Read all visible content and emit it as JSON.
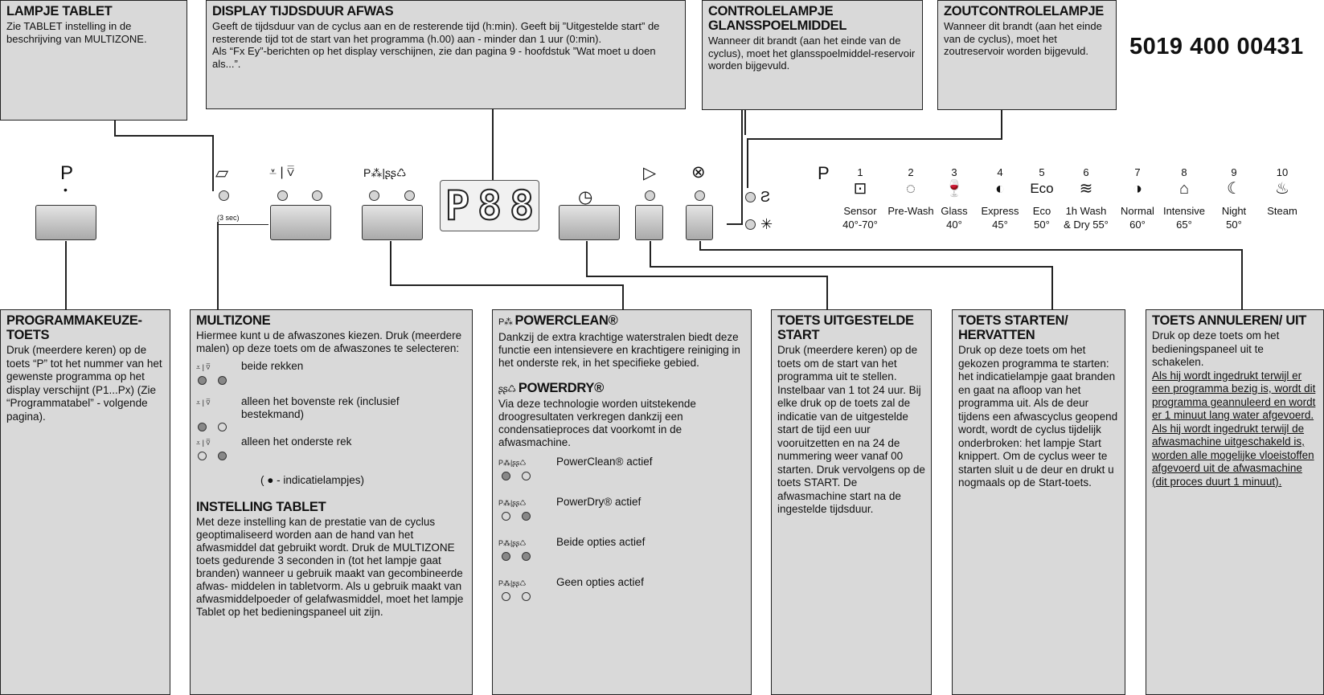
{
  "document_code": "5019 400 00431",
  "top_boxes": {
    "lampje_tablet": {
      "title": "LAMPJE TABLET",
      "text": "Zie TABLET instelling in de beschrijving van MULTIZONE."
    },
    "display": {
      "title": "DISPLAY TIJDSDUUR AFWAS",
      "text1": "Geeft de tijdsduur van de cyclus aan en de resterende tijd (h:min). Geeft bij ”Uitgestelde start” de resterende tijd tot de start van het programma (h.00) aan - minder dan 1 uur (0:min).",
      "text2": "Als “Fx Ey”-berichten op het display verschijnen, zie dan pagina 9 - hoofdstuk ”Wat moet u doen als...”."
    },
    "glansspoel": {
      "title": "CONTROLELAMPJE GLANSSPOELMIDDEL",
      "text": "Wanneer dit brandt (aan het einde van de cyclus), moet het glansspoelmiddel-reservoir worden bijgevuld."
    },
    "zout": {
      "title": "ZOUTCONTROLELAMPJE",
      "text": "Wanneer dit brandt (aan het einde van de cyclus), moet het zoutreservoir worden bijgevuld."
    }
  },
  "panel": {
    "p_label": "P",
    "p_dot": "•",
    "three_sec": "(3 sec)",
    "display_digits": [
      "P",
      "8",
      "8"
    ],
    "programs_p": "P",
    "programs": [
      {
        "n": "1",
        "icon": "⊡",
        "name": "Sensor",
        "temp": "40°-70°"
      },
      {
        "n": "2",
        "icon": "◌",
        "name": "Pre-Wash",
        "temp": ""
      },
      {
        "n": "3",
        "icon": "🍷",
        "name": "Glass",
        "temp": "40°"
      },
      {
        "n": "4",
        "icon": "◐",
        "name": "Express",
        "temp": "45°"
      },
      {
        "n": "5",
        "icon": "Eco",
        "name": "Eco",
        "temp": "50°"
      },
      {
        "n": "6",
        "icon": "≋",
        "name": "1h Wash",
        "temp": "& Dry 55°"
      },
      {
        "n": "7",
        "icon": "◑",
        "name": "Normal",
        "temp": "60°"
      },
      {
        "n": "8",
        "icon": "⌂",
        "name": "Intensive",
        "temp": "65°"
      },
      {
        "n": "9",
        "icon": "☾",
        "name": "Night",
        "temp": "50°"
      },
      {
        "n": "10",
        "icon": "♨",
        "name": "Steam",
        "temp": ""
      }
    ]
  },
  "bottom_boxes": {
    "programmakeuze": {
      "title": "PROGRAMMAKEUZE-TOETS",
      "text": "Druk (meerdere keren) op de toets “P” tot het nummer van het gewenste programma op het display verschijnt (P1...Px) (Zie “Programmatabel” - volgende pagina)."
    },
    "multizone": {
      "title": "MULTIZONE",
      "text": "Hiermee kunt u de afwaszones kiezen. Druk (meerdere malen) op deze toets om de afwaszones te selecteren:",
      "opt1": "beide rekken",
      "opt2": "alleen het bovenste rek (inclusief bestekmand)",
      "opt3": "alleen het onderste rek",
      "legend": "( ● - indicatielampjes)",
      "tablet_title": "INSTELLING TABLET",
      "tablet_text": "Met deze instelling kan de prestatie van de cyclus geoptimaliseerd worden aan de hand van het afwasmiddel dat gebruikt wordt. Druk de MULTIZONE toets gedurende 3 seconden in (tot het lampje gaat branden) wanneer u gebruik maakt van gecombineerde afwas- middelen in tabletvorm. Als u gebruik maakt van afwasmiddelpoeder of gelafwasmiddel, moet het lampje Tablet op het bedieningspaneel uit zijn."
    },
    "powerclean": {
      "title": "POWERCLEAN®",
      "text": "Dankzij de extra krachtige waterstralen biedt deze functie een intensievere en krachtigere reiniging in het onderste rek, in het specifieke gebied.",
      "dry_title": "POWERDRY®",
      "dry_text": "Via deze technologie worden uitstekende droogresultaten verkregen dankzij een condensatieproces dat voorkomt in de afwasmachine.",
      "o1": "PowerClean® actief",
      "o2": "PowerDry® actief",
      "o3": "Beide opties actief",
      "o4": "Geen opties actief"
    },
    "uitgesteld": {
      "title": "TOETS UITGESTELDE START",
      "text": "Druk (meerdere keren) op de toets om de start van het programma uit te stellen. Instelbaar van 1 tot 24 uur. Bij elke druk op de toets zal de indicatie van de uitgestelde start de tijd een uur vooruitzetten en na 24 de nummering weer vanaf 00 starten. Druk vervolgens op de toets START. De afwasmachine start na de ingestelde tijdsduur."
    },
    "starten": {
      "title": "TOETS STARTEN/ HERVATTEN",
      "text": "Druk op deze toets om het gekozen programma te starten: het indicatielampje gaat branden en gaat na afloop van het programma uit. Als de deur tijdens een afwascyclus geopend wordt, wordt de cyclus tijdelijk onderbroken: het lampje Start knippert. Om de cyclus weer te starten sluit u de deur en drukt u nogmaals op de Start-toets."
    },
    "annuleren": {
      "title": "TOETS ANNULEREN/ UIT",
      "text": "Druk op deze toets om het bedieningspaneel uit te schakelen.",
      "u1": "Als hij wordt ingedrukt terwijl er een programma bezig is, wordt dit programma geannuleerd en wordt er 1 minuut lang water afgevoerd.",
      "u2": "Als hij wordt ingedrukt terwijl de afwasmachine uitgeschakeld is, worden alle mogelijke vloeistoffen afgevoerd uit de afwasmachine (dit proces duurt 1 minuut)."
    }
  }
}
